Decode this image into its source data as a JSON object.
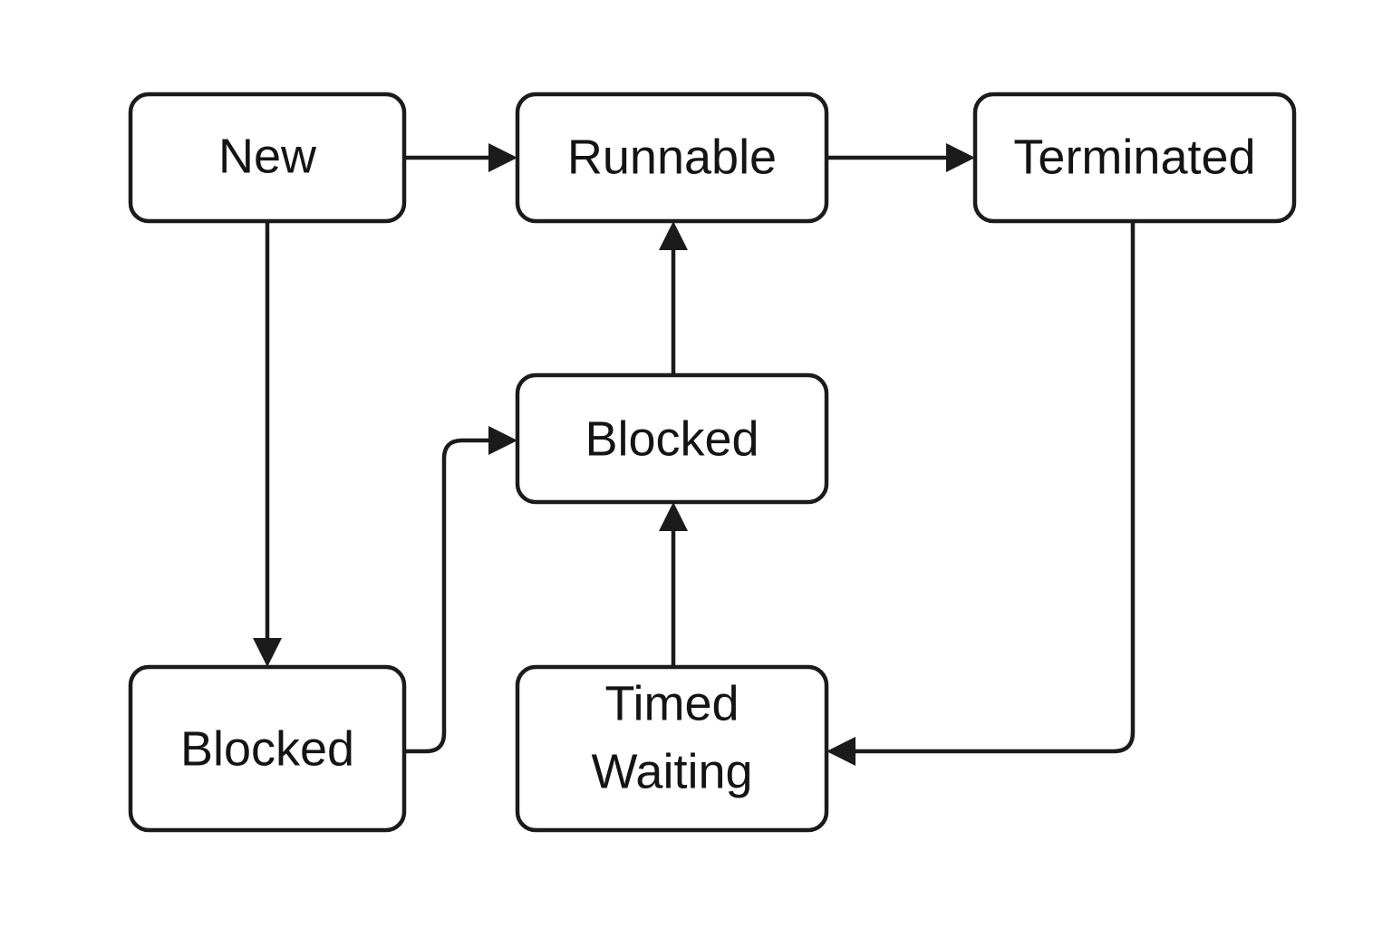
{
  "diagram": {
    "nodes": [
      {
        "id": "new",
        "lines": [
          "New"
        ]
      },
      {
        "id": "runnable",
        "lines": [
          "Runnable"
        ]
      },
      {
        "id": "terminated",
        "lines": [
          "Terminated"
        ]
      },
      {
        "id": "blocked-center",
        "lines": [
          "Blocked"
        ]
      },
      {
        "id": "blocked-left",
        "lines": [
          "Blocked"
        ]
      },
      {
        "id": "timed-waiting",
        "lines": [
          "Timed",
          "Waiting"
        ]
      }
    ],
    "edges": [
      {
        "from": "new",
        "to": "runnable"
      },
      {
        "from": "runnable",
        "to": "terminated"
      },
      {
        "from": "new",
        "to": "blocked-left"
      },
      {
        "from": "blocked-center",
        "to": "runnable"
      },
      {
        "from": "blocked-left",
        "to": "blocked-center"
      },
      {
        "from": "timed-waiting",
        "to": "blocked-center"
      },
      {
        "from": "terminated",
        "to": "timed-waiting"
      }
    ],
    "colors": {
      "stroke": "#1b1b1b",
      "text": "#141414",
      "background": "#ffffff"
    }
  }
}
